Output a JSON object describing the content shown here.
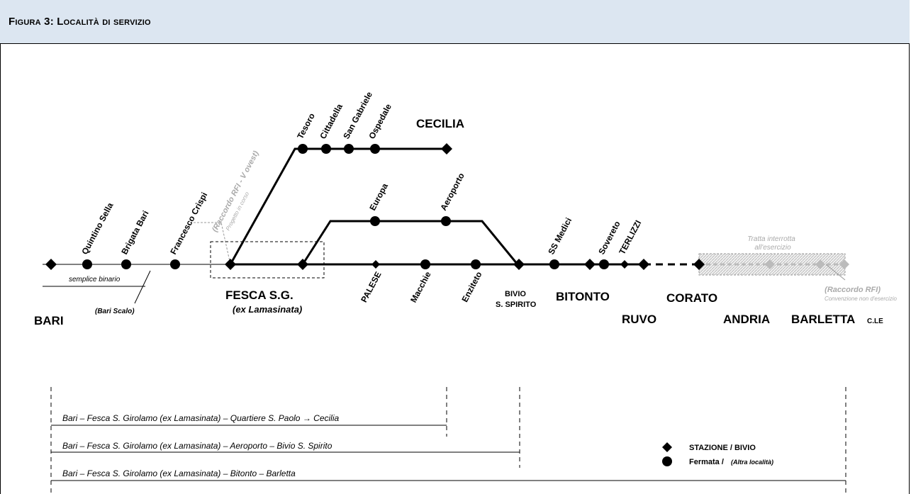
{
  "figure_title": "Figura 3: Località di servizio",
  "stations": {
    "bari": "BARI",
    "fesca": "FESCA S.G.",
    "fesca_sub": "(ex Lamasinata)",
    "cecilia": "CECILIA",
    "bivio_1": "BIVIO",
    "bivio_2": "S. SPIRITO",
    "bitonto": "BITONTO",
    "ruvo": "RUVO",
    "corato": "CORATO",
    "andria": "ANDRIA",
    "barletta": "BARLETTA",
    "barletta_suffix": "C.LE"
  },
  "stops": {
    "quintino_sella": "Quintino Sella",
    "brigata_bari": "Brigata Bari",
    "francesco_crispi": "Francesco Crispi",
    "tesoro": "Tesoro",
    "cittadella": "Cittadella",
    "san_gabriele": "San Gabriele",
    "ospedale": "Ospedale",
    "europa": "Europa",
    "aeroporto": "Aeroporto",
    "palese": "PALESE",
    "macchie": "Macchie",
    "enziteto": "Enziteto",
    "ss_medici": "SS Medici",
    "sovereto": "Sovereto",
    "terlizzi": "TERLIZZI"
  },
  "notes": {
    "semplice_binario": "semplice binario",
    "bari_scalo": "(Bari Scalo)",
    "raccordo_rfi_v": "(Raccordo RFI - V ovest)",
    "progetto": "Progetto in corso",
    "tratta_1": "Tratta interrotta",
    "tratta_2": "all'esercizio",
    "raccordo_rfi": "(Raccordo RFI)",
    "convenzione": "Convenzione non d'esercizio"
  },
  "routes": [
    "Bari – Fesca S. Girolamo (ex Lamasinata) – Quartiere S. Paolo → Cecilia",
    "Bari – Fesca S. Girolamo (ex Lamasinata) – Aeroporto – Bivio S. Spirito",
    "Bari – Fesca S. Girolamo (ex Lamasinata) – Bitonto – Barletta"
  ],
  "legend": {
    "stazione": "STAZIONE / BIVIO",
    "fermata": "Fermata /",
    "fermata_sub": "(Altra località)"
  }
}
